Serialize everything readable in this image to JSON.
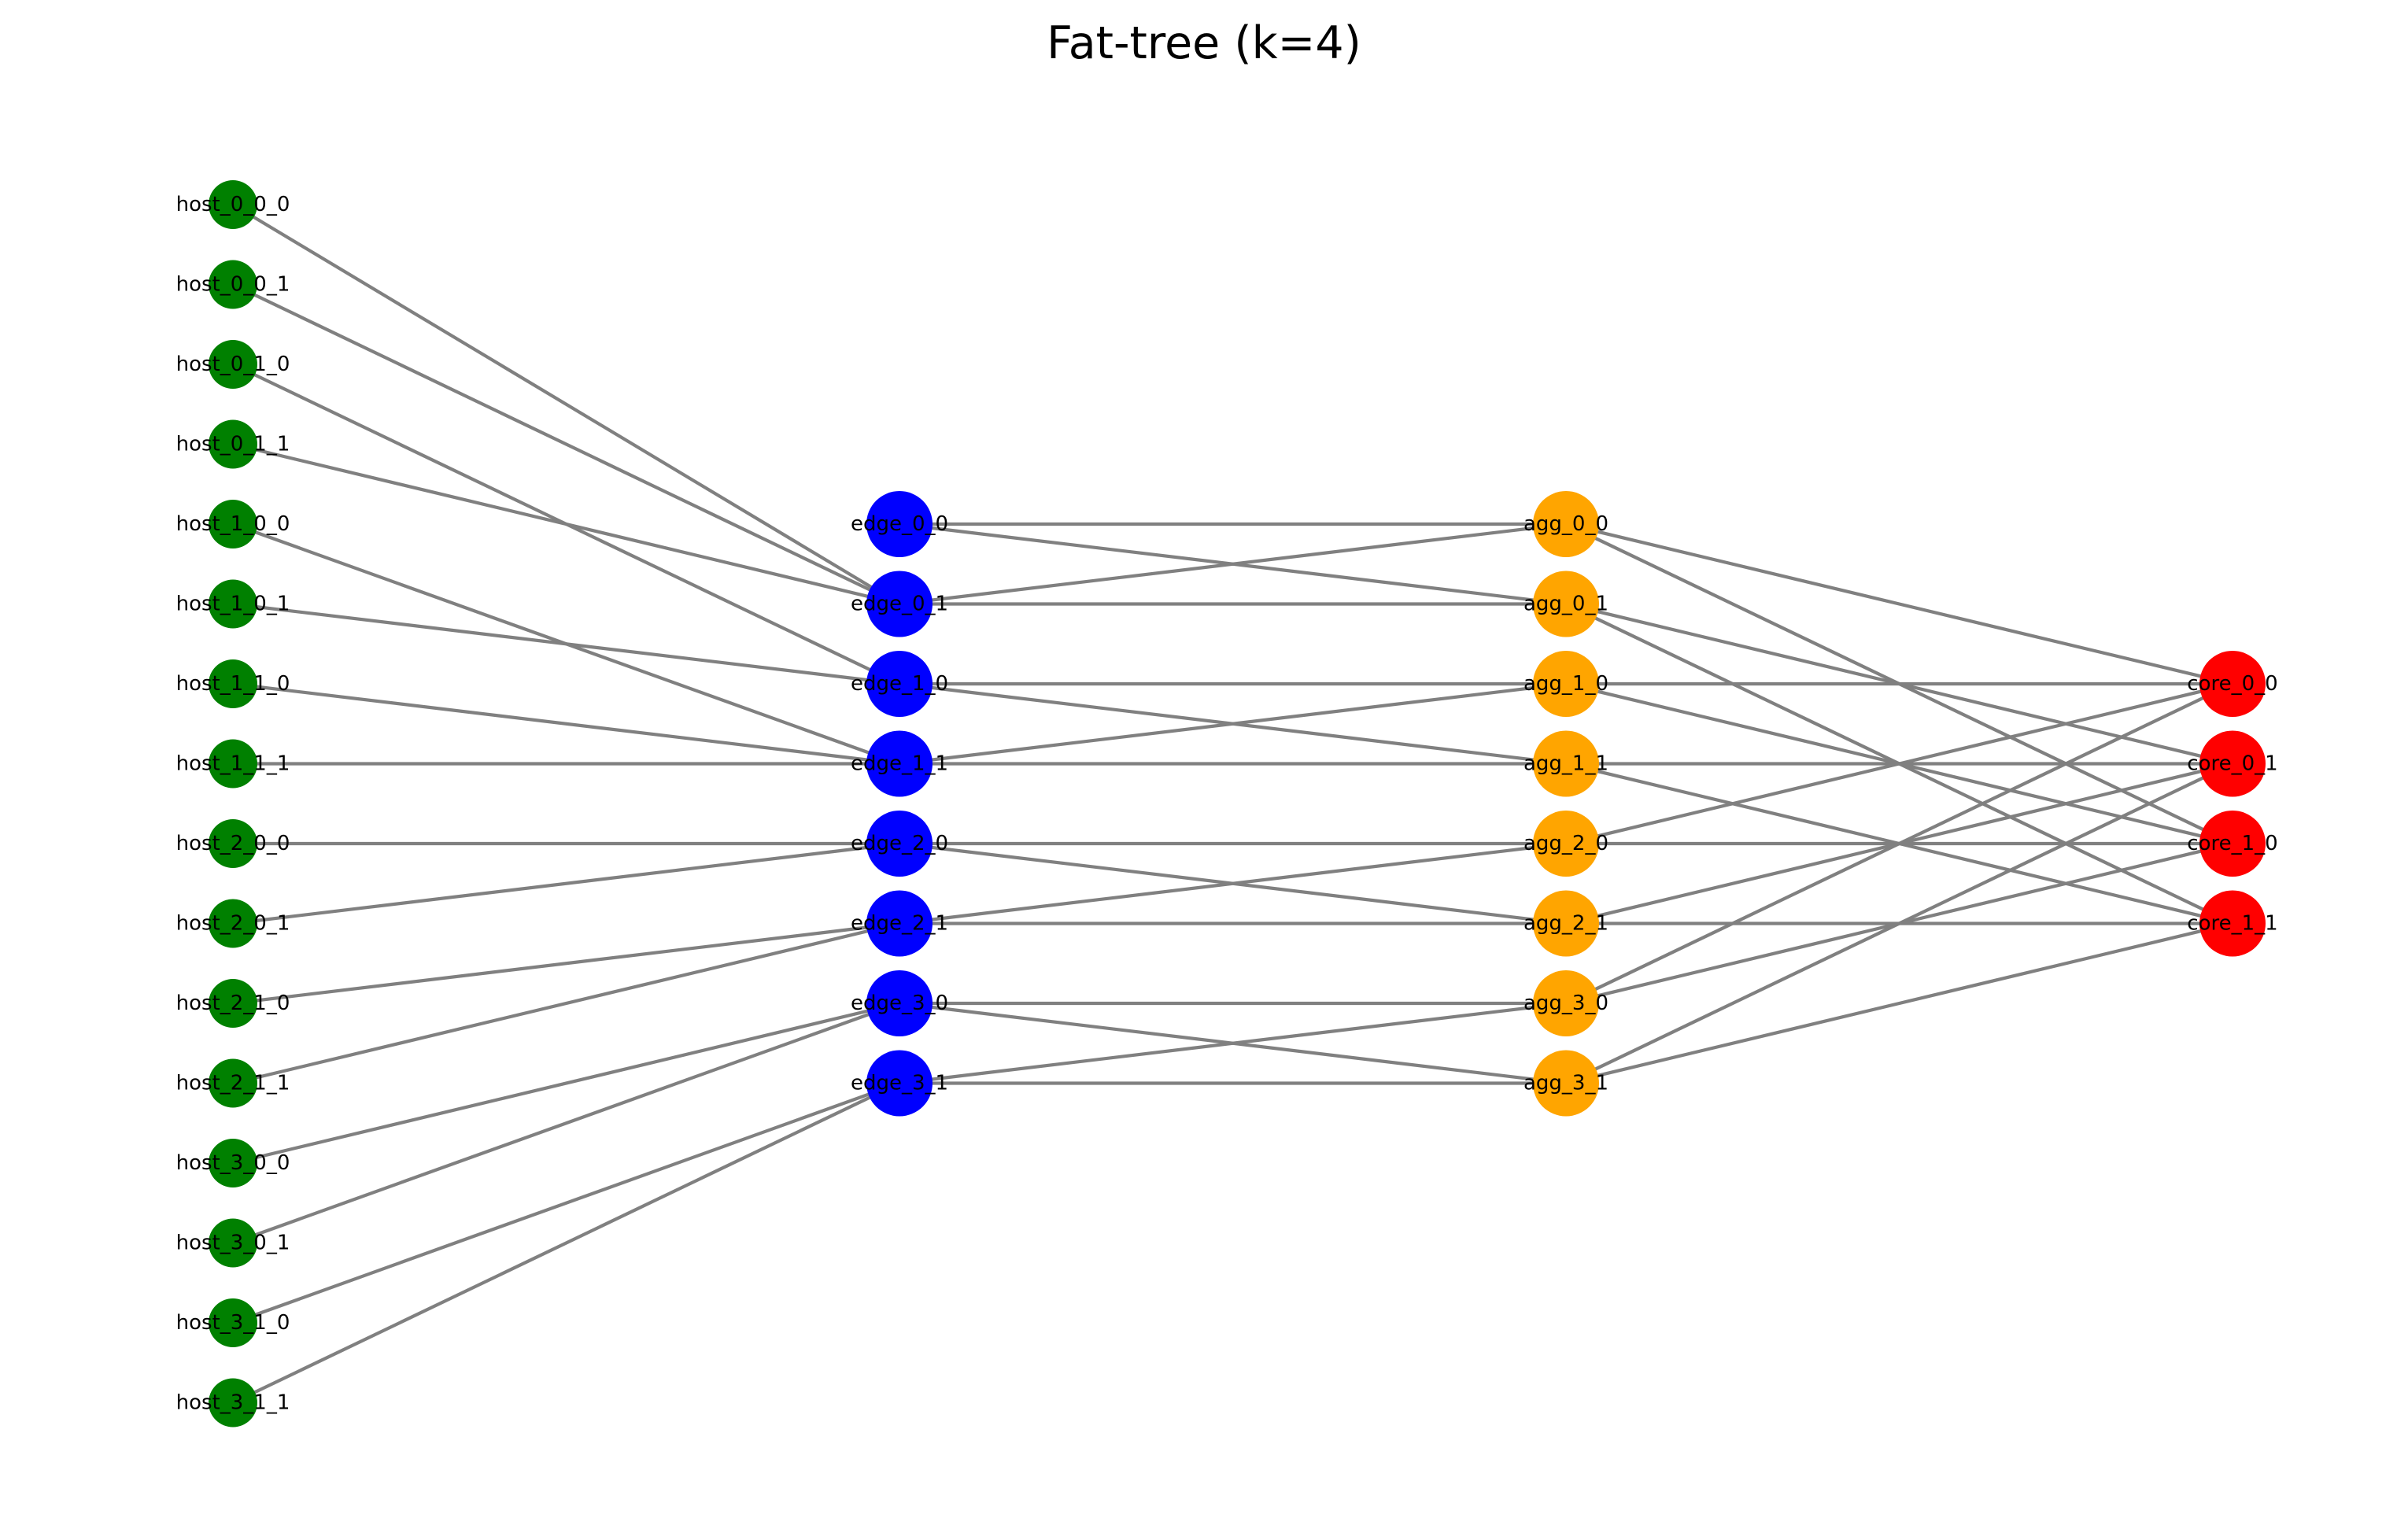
{
  "title": "Fat-tree (k=4)",
  "colors": {
    "host": "#008000",
    "edge": "#0000ff",
    "agg": "#ffa500",
    "core": "#ff0000",
    "link": "#808080"
  },
  "layers": [
    {
      "id": "hosts",
      "type": "host",
      "nodes": [
        "host_0_0_0",
        "host_0_0_1",
        "host_0_1_0",
        "host_0_1_1",
        "host_1_0_0",
        "host_1_0_1",
        "host_1_1_0",
        "host_1_1_1",
        "host_2_0_0",
        "host_2_0_1",
        "host_2_1_0",
        "host_2_1_1",
        "host_3_0_0",
        "host_3_0_1",
        "host_3_1_0",
        "host_3_1_1"
      ]
    },
    {
      "id": "edges",
      "type": "edge",
      "nodes": [
        "edge_0_0",
        "edge_0_1",
        "edge_1_0",
        "edge_1_1",
        "edge_2_0",
        "edge_2_1",
        "edge_3_0",
        "edge_3_1"
      ]
    },
    {
      "id": "aggs",
      "type": "agg",
      "nodes": [
        "agg_0_0",
        "agg_0_1",
        "agg_1_0",
        "agg_1_1",
        "agg_2_0",
        "agg_2_1",
        "agg_3_0",
        "agg_3_1"
      ]
    },
    {
      "id": "cores",
      "type": "core",
      "nodes": [
        "core_0_0",
        "core_0_1",
        "core_1_0",
        "core_1_1"
      ]
    }
  ],
  "links": [
    [
      "host_0_0_0",
      "edge_0_1"
    ],
    [
      "host_0_0_1",
      "edge_0_1"
    ],
    [
      "host_0_1_0",
      "edge_1_0"
    ],
    [
      "host_0_1_1",
      "edge_0_1"
    ],
    [
      "host_1_0_0",
      "edge_1_1"
    ],
    [
      "host_1_0_1",
      "edge_1_0"
    ],
    [
      "host_1_1_0",
      "edge_1_1"
    ],
    [
      "host_1_1_1",
      "edge_1_1"
    ],
    [
      "host_2_0_0",
      "edge_2_0"
    ],
    [
      "host_2_0_1",
      "edge_2_0"
    ],
    [
      "host_2_1_0",
      "edge_2_1"
    ],
    [
      "host_2_1_1",
      "edge_2_1"
    ],
    [
      "host_3_0_0",
      "edge_3_0"
    ],
    [
      "host_3_0_1",
      "edge_3_0"
    ],
    [
      "host_3_1_0",
      "edge_3_1"
    ],
    [
      "host_3_1_1",
      "edge_3_1"
    ],
    [
      "edge_0_0",
      "agg_0_0"
    ],
    [
      "edge_0_0",
      "agg_0_1"
    ],
    [
      "edge_0_1",
      "agg_0_0"
    ],
    [
      "edge_0_1",
      "agg_0_1"
    ],
    [
      "edge_1_0",
      "agg_1_0"
    ],
    [
      "edge_1_0",
      "agg_1_1"
    ],
    [
      "edge_1_1",
      "agg_1_0"
    ],
    [
      "edge_1_1",
      "agg_1_1"
    ],
    [
      "edge_2_0",
      "agg_2_0"
    ],
    [
      "edge_2_0",
      "agg_2_1"
    ],
    [
      "edge_2_1",
      "agg_2_0"
    ],
    [
      "edge_2_1",
      "agg_2_1"
    ],
    [
      "edge_3_0",
      "agg_3_0"
    ],
    [
      "edge_3_0",
      "agg_3_1"
    ],
    [
      "edge_3_1",
      "agg_3_0"
    ],
    [
      "edge_3_1",
      "agg_3_1"
    ],
    [
      "agg_0_0",
      "core_0_0"
    ],
    [
      "agg_0_0",
      "core_1_0"
    ],
    [
      "agg_0_1",
      "core_0_1"
    ],
    [
      "agg_0_1",
      "core_1_1"
    ],
    [
      "agg_1_0",
      "core_0_0"
    ],
    [
      "agg_1_0",
      "core_1_0"
    ],
    [
      "agg_1_1",
      "core_0_1"
    ],
    [
      "agg_1_1",
      "core_1_1"
    ],
    [
      "agg_2_0",
      "core_0_0"
    ],
    [
      "agg_2_0",
      "core_1_0"
    ],
    [
      "agg_2_1",
      "core_0_1"
    ],
    [
      "agg_2_1",
      "core_1_1"
    ],
    [
      "agg_3_0",
      "core_0_0"
    ],
    [
      "agg_3_0",
      "core_1_0"
    ],
    [
      "agg_3_1",
      "core_0_1"
    ],
    [
      "agg_3_1",
      "core_1_1"
    ]
  ]
}
